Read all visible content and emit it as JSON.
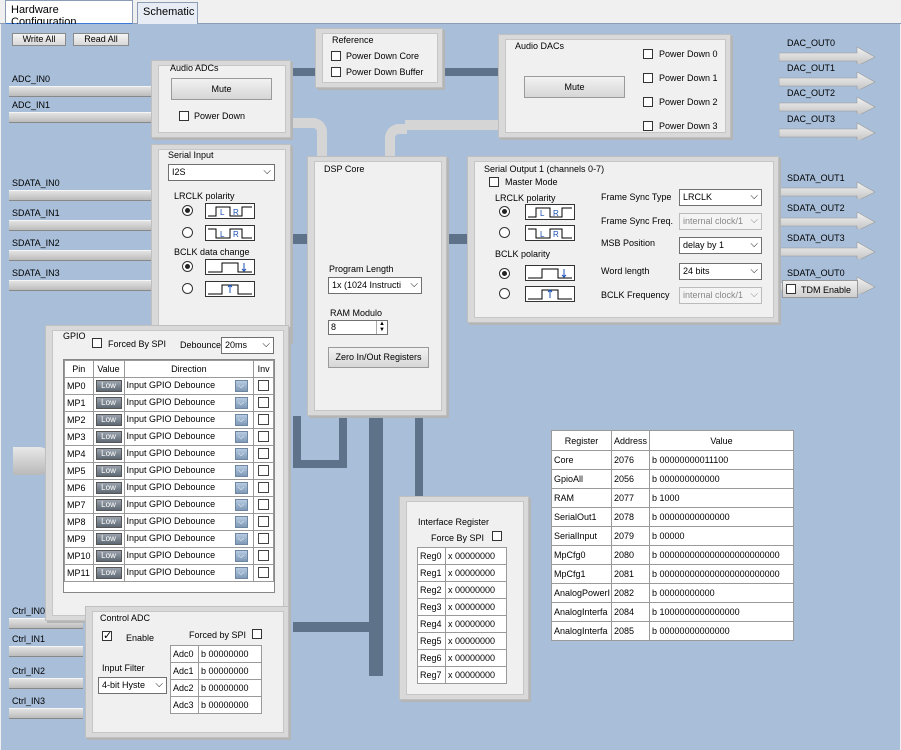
{
  "tabs": [
    {
      "label": "Hardware Configuration"
    },
    {
      "label": "Schematic"
    }
  ],
  "toolbar": {
    "write_all": "Write All",
    "read_all": "Read All"
  },
  "inputs": {
    "adc": [
      "ADC_IN0",
      "ADC_IN1"
    ],
    "sdata": [
      "SDATA_IN0",
      "SDATA_IN1",
      "SDATA_IN2",
      "SDATA_IN3"
    ],
    "ctrl": [
      "Ctrl_IN0",
      "Ctrl_IN1",
      "Ctrl_IN2",
      "Ctrl_IN3"
    ]
  },
  "outputs": {
    "dac": [
      "DAC_OUT0",
      "DAC_OUT1",
      "DAC_OUT2",
      "DAC_OUT3"
    ],
    "sdata": [
      "SDATA_OUT1",
      "SDATA_OUT2",
      "SDATA_OUT3",
      "SDATA_OUT0"
    ]
  },
  "audio_adcs": {
    "title": "Audio ADCs",
    "mute": "Mute",
    "power_down": "Power Down"
  },
  "reference": {
    "title": "Reference",
    "power_down_core": "Power Down Core",
    "power_down_buffer": "Power Down Buffer"
  },
  "audio_dacs": {
    "title": "Audio DACs",
    "mute": "Mute",
    "power_down": [
      "Power Down 0",
      "Power Down 1",
      "Power Down 2",
      "Power Down 3"
    ]
  },
  "serial_input": {
    "title": "Serial Input",
    "format": "I2S",
    "lrclk_polarity": "LRCLK polarity",
    "bclk_data_change": "BCLK data change"
  },
  "dsp_core": {
    "title": "DSP Core",
    "program_length_label": "Program Length",
    "program_length": "1x (1024 Instructi",
    "ram_modulo_label": "RAM Modulo",
    "ram_modulo": "8",
    "zero_registers": "Zero In/Out Registers"
  },
  "serial_output": {
    "title": "Serial Output 1 (channels 0-7)",
    "master_mode": "Master Mode",
    "lrclk_polarity": "LRCLK polarity",
    "bclk_polarity": "BCLK polarity",
    "frame_sync_type_label": "Frame Sync Type",
    "frame_sync_type": "LRCLK",
    "frame_sync_freq_label": "Frame Sync Freq.",
    "frame_sync_freq": "internal clock/1",
    "msb_position_label": "MSB Position",
    "msb_position": "delay by 1",
    "word_length_label": "Word length",
    "word_length": "24 bits",
    "bclk_frequency_label": "BCLK Frequency",
    "bclk_frequency": "internal clock/1",
    "tdm_enable": "TDM Enable"
  },
  "gpio": {
    "title": "GPIO",
    "forced_by_spi": "Forced By SPI",
    "debounce_label": "Debounce",
    "debounce": "20ms",
    "headers": [
      "Pin",
      "Value",
      "Direction",
      "Inv"
    ],
    "rows": [
      {
        "pin": "MP0",
        "value": "Low",
        "direction": "Input  GPIO Debounce"
      },
      {
        "pin": "MP1",
        "value": "Low",
        "direction": "Input  GPIO Debounce"
      },
      {
        "pin": "MP2",
        "value": "Low",
        "direction": "Input  GPIO Debounce"
      },
      {
        "pin": "MP3",
        "value": "Low",
        "direction": "Input  GPIO Debounce"
      },
      {
        "pin": "MP4",
        "value": "Low",
        "direction": "Input  GPIO Debounce"
      },
      {
        "pin": "MP5",
        "value": "Low",
        "direction": "Input  GPIO Debounce"
      },
      {
        "pin": "MP6",
        "value": "Low",
        "direction": "Input  GPIO Debounce"
      },
      {
        "pin": "MP7",
        "value": "Low",
        "direction": "Input  GPIO Debounce"
      },
      {
        "pin": "MP8",
        "value": "Low",
        "direction": "Input  GPIO Debounce"
      },
      {
        "pin": "MP9",
        "value": "Low",
        "direction": "Input  GPIO Debounce"
      },
      {
        "pin": "MP10",
        "value": "Low",
        "direction": "Input  GPIO Debounce"
      },
      {
        "pin": "MP11",
        "value": "Low",
        "direction": "Input  GPIO Debounce"
      }
    ]
  },
  "control_adc": {
    "title": "Control ADC",
    "enable": "Enable",
    "forced_by_spi": "Forced by SPI",
    "input_filter_label": "Input Filter",
    "input_filter": "4-bit Hyste",
    "rows": [
      {
        "name": "Adc0",
        "value": "b 00000000"
      },
      {
        "name": "Adc1",
        "value": "b 00000000"
      },
      {
        "name": "Adc2",
        "value": "b 00000000"
      },
      {
        "name": "Adc3",
        "value": "b 00000000"
      }
    ]
  },
  "interface_register": {
    "title": "Interface Register",
    "force_by_spi": "Force By SPI",
    "rows": [
      {
        "name": "Reg0",
        "value": "x 00000000"
      },
      {
        "name": "Reg1",
        "value": "x 00000000"
      },
      {
        "name": "Reg2",
        "value": "x 00000000"
      },
      {
        "name": "Reg3",
        "value": "x 00000000"
      },
      {
        "name": "Reg4",
        "value": "x 00000000"
      },
      {
        "name": "Reg5",
        "value": "x 00000000"
      },
      {
        "name": "Reg6",
        "value": "x 00000000"
      },
      {
        "name": "Reg7",
        "value": "x 00000000"
      }
    ]
  },
  "register_table": {
    "headers": [
      "Register",
      "Address",
      "Value"
    ],
    "rows": [
      {
        "register": "Core",
        "address": "2076",
        "value": "b 00000000011100"
      },
      {
        "register": "GpioAll",
        "address": "2056",
        "value": "b 000000000000"
      },
      {
        "register": "RAM",
        "address": "2077",
        "value": "b 1000"
      },
      {
        "register": "SerialOut1",
        "address": "2078",
        "value": "b 00000000000000"
      },
      {
        "register": "SerialInput",
        "address": "2079",
        "value": "b 00000"
      },
      {
        "register": "MpCfg0",
        "address": "2080",
        "value": "b 000000000000000000000000"
      },
      {
        "register": "MpCfg1",
        "address": "2081",
        "value": "b 000000000000000000000000"
      },
      {
        "register": "AnalogPowerI",
        "address": "2082",
        "value": "b 00000000000"
      },
      {
        "register": "AnalogInterfa",
        "address": "2084",
        "value": "b 1000000000000000"
      },
      {
        "register": "AnalogInterfa",
        "address": "2085",
        "value": "b 00000000000000"
      }
    ]
  },
  "colors": {
    "canvas": "#a8bed9",
    "wire": "#5e7289",
    "panel": "#d9d9d9",
    "tab_accent": "#3a79d6"
  }
}
